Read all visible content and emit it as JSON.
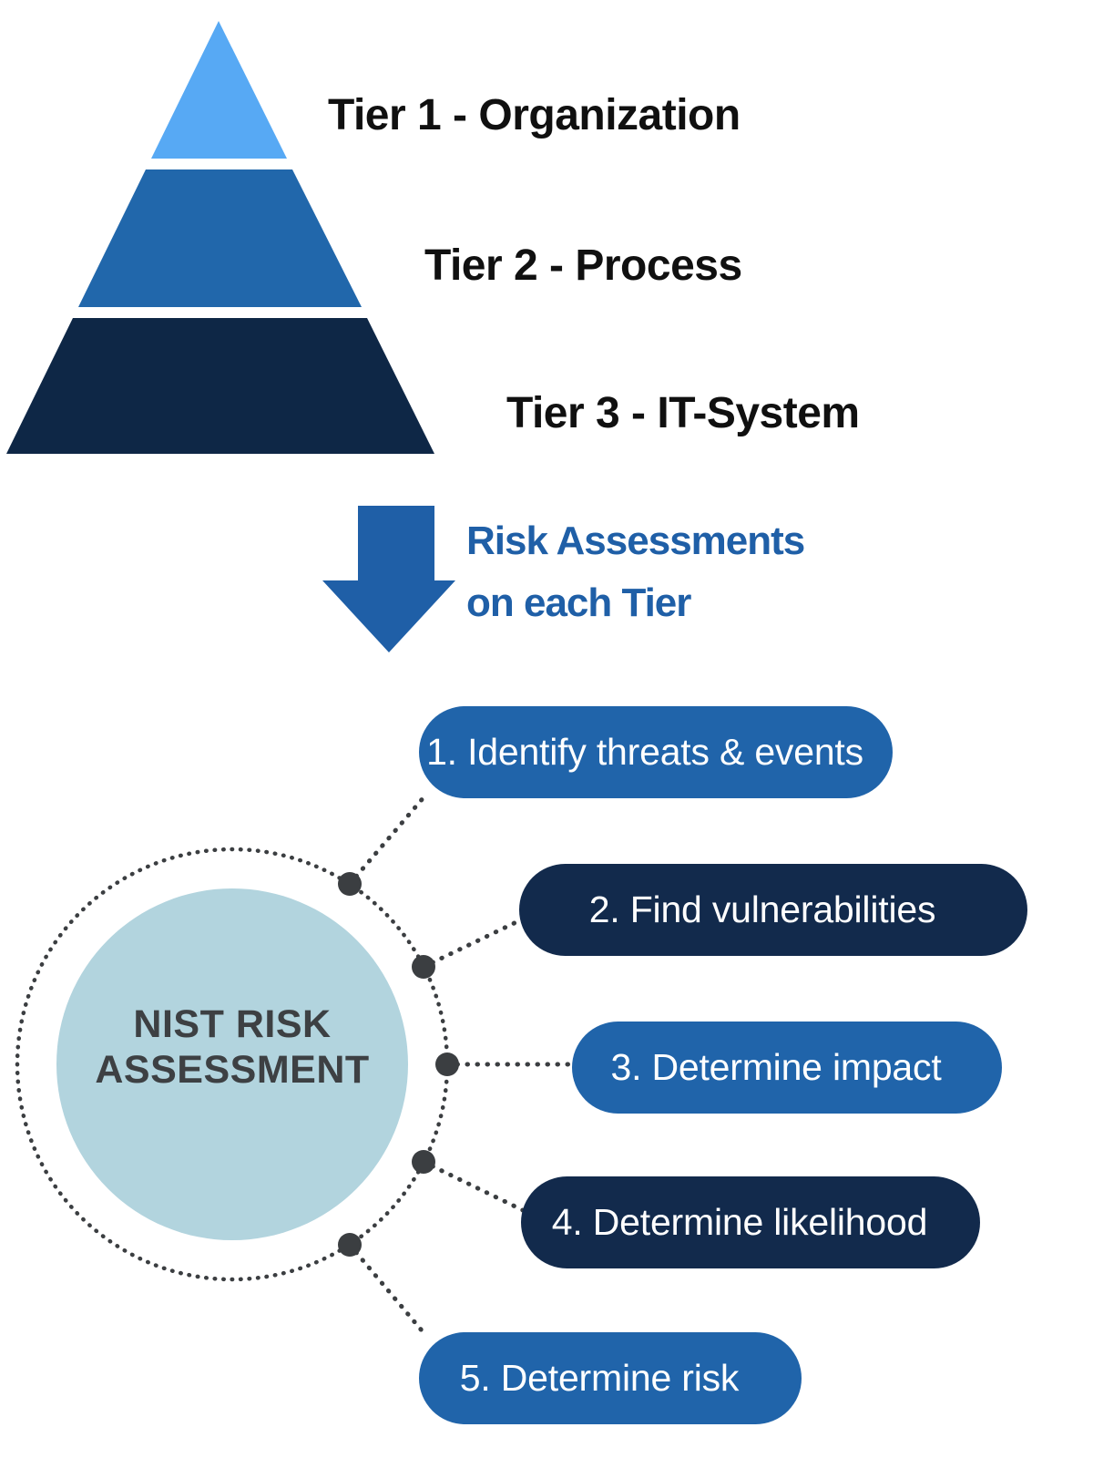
{
  "title": "NIST Risk Assessment diagram",
  "colors": {
    "tier1": "#57a9f4",
    "tier2": "#2167ab",
    "tier3": "#0e2746",
    "arrow": "#1f5fa7",
    "heading_text": "#1f5fa7",
    "pill_blue": "#2064aa",
    "pill_navy": "#122a4c",
    "pill_text": "#ffffff",
    "circle_fill": "#b2d4de",
    "circle_text": "#3d4043",
    "connector": "#3b3e41",
    "label_text": "#101010"
  },
  "pyramid": {
    "tiers": [
      {
        "label": "Tier 1 - Organization"
      },
      {
        "label": "Tier 2 - Process"
      },
      {
        "label": "Tier 3 - IT-System"
      }
    ]
  },
  "transition": {
    "heading_line1": "Risk Assessments",
    "heading_line2": "on each Tier"
  },
  "hub": {
    "title_line1": "NIST RISK",
    "title_line2": "ASSESSMENT"
  },
  "steps": [
    {
      "label": "1. Identify threats & events",
      "color_style": "blue"
    },
    {
      "label": "2. Find vulnerabilities",
      "color_style": "navy"
    },
    {
      "label": "3. Determine impact",
      "color_style": "blue"
    },
    {
      "label": "4. Determine likelihood",
      "color_style": "navy"
    },
    {
      "label": "5. Determine risk",
      "color_style": "blue"
    }
  ]
}
